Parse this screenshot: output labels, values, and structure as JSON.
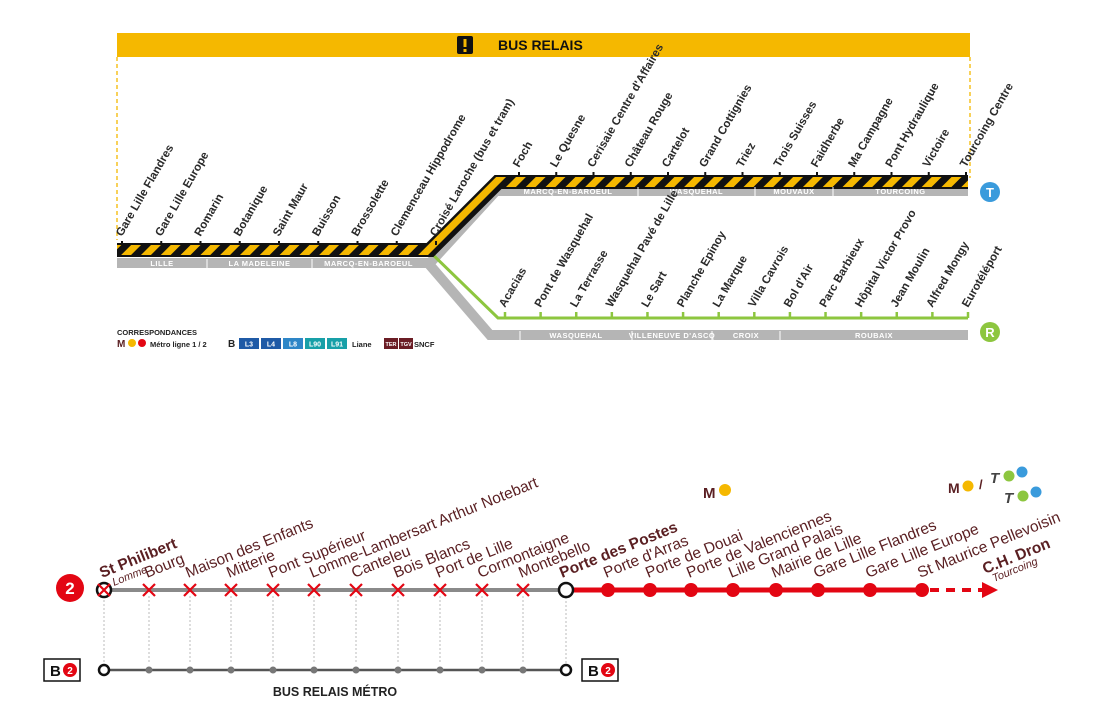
{
  "bus_relais": {
    "banner": {
      "icon": "exclamation-icon",
      "title": "BUS RELAIS",
      "color": "#f5b800"
    },
    "trunk_stops": [
      "Gare Lille Flandres",
      "Gare Lille Europe",
      "Romarin",
      "Botanique",
      "Saint Maur",
      "Buisson",
      "Brossolette",
      "Clemenceau Hippodrome",
      "Croisé Laroche (bus et tram)"
    ],
    "trunk_zones": [
      "LILLE",
      "LA MADELEINE",
      "MARCQ-EN-BAROEUL"
    ],
    "tourcoing_branch": {
      "letter": "T",
      "color": "#3a9bdc",
      "stops": [
        "Foch",
        "Le Quesne",
        "Cerisaie Centre d'Affaires",
        "Château Rouge",
        "Cartelot",
        "Grand Cottignies",
        "Triez",
        "Trois Suisses",
        "Faidherbe",
        "Ma Campagne",
        "Pont Hydraulique",
        "Victoire",
        "Tourcoing Centre"
      ],
      "zones": [
        "MARCQ-EN-BAROEUL",
        "WASQUEHAL",
        "MOUVAUX",
        "TOURCOING"
      ]
    },
    "roubaix_branch": {
      "letter": "R",
      "color": "#8dc63f",
      "stops": [
        "Acacias",
        "Pont de Wasquehal",
        "La Terrasse",
        "Wasquehal Pavé de Lille",
        "Le Sart",
        "Planche Epinoy",
        "La Marque",
        "Villa Cavrois",
        "Bol d'Air",
        "Parc Barbieux",
        "Hôpital Victor Provo",
        "Jean Moulin",
        "Alfred Mongy",
        "Eurotéléport"
      ],
      "zones": [
        "WASQUEHAL",
        "VILLENEUVE D'ASCQ",
        "CROIX",
        "ROUBAIX"
      ]
    },
    "correspondances": {
      "title": "CORRESPONDANCES",
      "metro_label": "Métro ligne 1 / 2",
      "bus_lines": [
        "L3",
        "L4",
        "L8",
        "L90",
        "L91"
      ],
      "bus_label": "Liane",
      "train_badges": [
        "TER",
        "TGV"
      ],
      "train_label": "SNCF"
    }
  },
  "metro2": {
    "line_badge": "2",
    "colors": {
      "line": "#e30613",
      "text": "#5a1f22",
      "gray": "#8a8a8a"
    },
    "closed_stops": [
      {
        "name": "St Philibert",
        "sub": "Lomme"
      },
      {
        "name": "Bourg"
      },
      {
        "name": "Maison des Enfants"
      },
      {
        "name": "Mitterie"
      },
      {
        "name": "Pont Supérieur"
      },
      {
        "name": "Lomme-Lambersart Arthur Notebart"
      },
      {
        "name": "Canteleu"
      },
      {
        "name": "Bois Blancs"
      },
      {
        "name": "Port de Lille"
      },
      {
        "name": "Cormontaigne"
      },
      {
        "name": "Montebello"
      }
    ],
    "transfer_stop": {
      "name": "Porte des Postes",
      "connection": "M1"
    },
    "open_stops": [
      {
        "name": "Porte d'Arras"
      },
      {
        "name": "Porte de Douai"
      },
      {
        "name": "Porte de Valenciennes"
      },
      {
        "name": "Lille Grand Palais"
      },
      {
        "name": "Mairie de Lille"
      },
      {
        "name": "Gare Lille Flandres",
        "connection": "M1 / T"
      },
      {
        "name": "Gare Lille Europe",
        "connection": "T"
      },
      {
        "name": "St Maurice Pellevoisin"
      }
    ],
    "terminus": {
      "name": "C.H. Dron",
      "sub": "Tourcoing"
    },
    "bus_relais_label": "BUS RELAIS MÉTRO",
    "bus_badge": "B2"
  }
}
